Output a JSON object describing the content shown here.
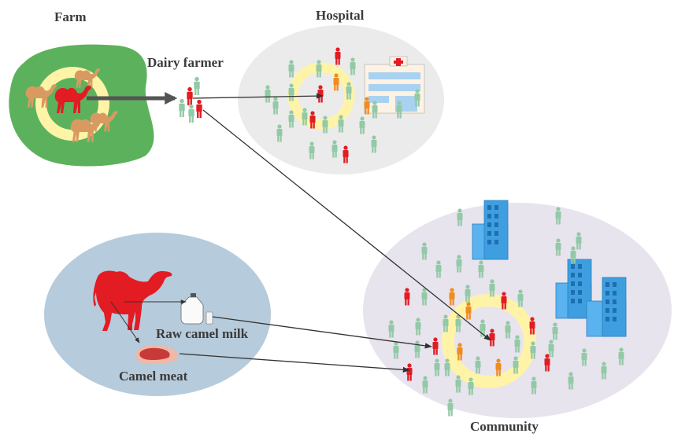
{
  "labels": {
    "farm": "Farm",
    "dairy_farmer": "Dairy farmer",
    "hospital": "Hospital",
    "raw_camel_milk": "Raw camel milk",
    "camel_meat": "Camel meat",
    "community": "Community"
  },
  "colors": {
    "farm_bg": "#5cb25c",
    "hospital_bg": "#ebebeb",
    "community_bg": "#e7e4ee",
    "source_bg": "#b6cbdb",
    "infected": "#e31b23",
    "exposed": "#f08c1e",
    "healthy": "#93c9a6",
    "camel": "#d99a62",
    "cycle": "#fff3a8",
    "building": "#4aa8e8",
    "arrow": "#333333"
  },
  "flows": [
    {
      "from": "Farm",
      "to": "Dairy farmer"
    },
    {
      "from": "Dairy farmer",
      "to": "Hospital"
    },
    {
      "from": "Dairy farmer",
      "to": "Community"
    },
    {
      "from": "Camel",
      "to": "Raw camel milk"
    },
    {
      "from": "Camel",
      "to": "Camel meat"
    },
    {
      "from": "Raw camel milk",
      "to": "Community"
    },
    {
      "from": "Camel meat",
      "to": "Community"
    }
  ]
}
